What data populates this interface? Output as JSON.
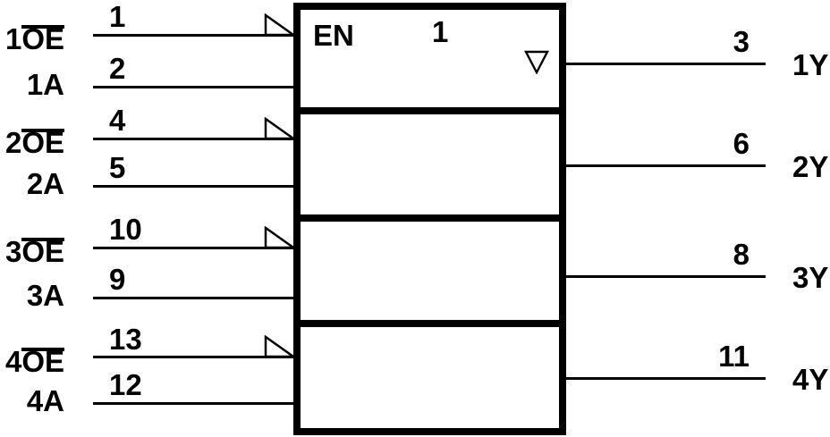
{
  "diagram": {
    "title": "quad tri-state buffer logic symbol",
    "en_label": "EN",
    "qualifier": "1",
    "tristate_symbol": "open-down-triangle",
    "colors": {
      "line": "#000000",
      "background": "#ffffff"
    },
    "channels": [
      {
        "oe": {
          "pin": "1",
          "prefix": "1",
          "signal": "OE",
          "overline": true
        },
        "a": {
          "pin": "2",
          "label": "1A"
        },
        "y": {
          "pin": "3",
          "label": "1Y"
        }
      },
      {
        "oe": {
          "pin": "4",
          "prefix": "2",
          "signal": "OE",
          "overline": true
        },
        "a": {
          "pin": "5",
          "label": "2A"
        },
        "y": {
          "pin": "6",
          "label": "2Y"
        }
      },
      {
        "oe": {
          "pin": "10",
          "prefix": "3",
          "signal": "OE",
          "overline": true
        },
        "a": {
          "pin": "9",
          "label": "3A"
        },
        "y": {
          "pin": "8",
          "label": "3Y"
        }
      },
      {
        "oe": {
          "pin": "13",
          "prefix": "4",
          "signal": "OE",
          "overline": true
        },
        "a": {
          "pin": "12",
          "label": "4A"
        },
        "y": {
          "pin": "11",
          "label": "4Y"
        }
      }
    ]
  }
}
